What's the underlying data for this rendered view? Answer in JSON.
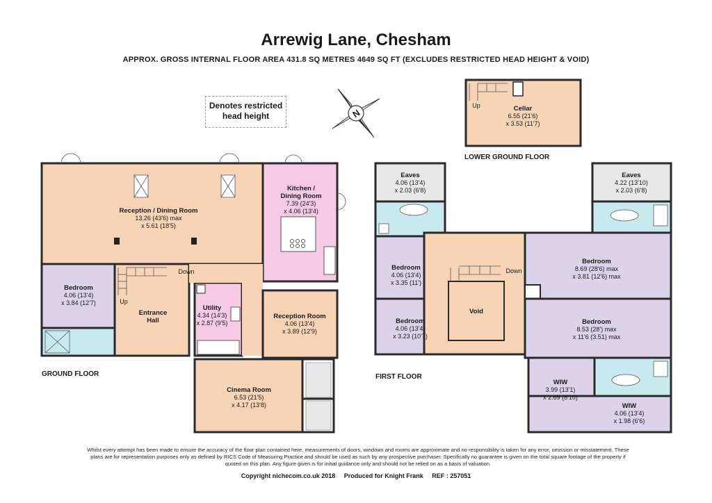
{
  "header": {
    "title": "Arrewig Lane, Chesham",
    "subtitle": "APPROX. GROSS INTERNAL FLOOR AREA 431.8 SQ METRES 4649 SQ FT (EXCLUDES RESTRICTED HEAD HEIGHT & VOID)"
  },
  "legend": {
    "line1": "Denotes restricted",
    "line2": "head height"
  },
  "compass": {
    "letter": "N"
  },
  "floors": {
    "ground": "GROUND FLOOR",
    "first": "FIRST FLOOR",
    "lower": "LOWER GROUND FLOOR"
  },
  "rooms": {
    "reception_dining": {
      "name": "Reception / Dining Room",
      "dim1": "13.26 (43'6) max",
      "dim2": "x 5.61 (18'5)"
    },
    "kitchen": {
      "name1": "Kitchen /",
      "name2": "Dining Room",
      "dim1": "7.39 (24'3)",
      "dim2": "x 4.06 (13'4)"
    },
    "gf_bedroom": {
      "name": "Bedroom",
      "dim1": "4.06 (13'4)",
      "dim2": "x 3.84 (12'7)"
    },
    "entrance_hall": {
      "name1": "Entrance",
      "name2": "Hall"
    },
    "utility": {
      "name": "Utility",
      "dim1": "4.34 (14'3)",
      "dim2": "x 2.87 (9'5)"
    },
    "reception_room": {
      "name": "Reception Room",
      "dim1": "4.06 (13'4)",
      "dim2": "x 3.89 (12'9)"
    },
    "cinema": {
      "name": "Cinema Room",
      "dim1": "6.53 (21'5)",
      "dim2": "x 4.17 (13'8)"
    },
    "cellar": {
      "name": "Cellar",
      "dim1": "6.55 (21'6)",
      "dim2": "x 3.53 (11'7)"
    },
    "eaves_left": {
      "name": "Eaves",
      "dim1": "4.06 (13'4)",
      "dim2": "x 2.03 (6'8)"
    },
    "eaves_right": {
      "name": "Eaves",
      "dim1": "4.22 (13'10)",
      "dim2": "x 2.03 (6'8)"
    },
    "ff_bedroom1": {
      "name": "Bedroom",
      "dim1": "4.06 (13'4)",
      "dim2": "x 3.35 (11')"
    },
    "ff_bedroom2": {
      "name": "Bedroom",
      "dim1": "4.06 (13'4)",
      "dim2": "x 3.23 (10'7)"
    },
    "void": {
      "name": "Void"
    },
    "master_bedroom": {
      "name": "Bedroom",
      "dim1": "8.69 (28'6) max",
      "dim2": "x 3.81 (12'6) max"
    },
    "bedroom_right": {
      "name": "Bedroom",
      "dim1": "8.53 (28') max",
      "dim2": "x 11'6 (3.51) max"
    },
    "wiw1": {
      "name": "WIW",
      "dim1": "3.99 (13'1)",
      "dim2": "x 2.69 (8'10)"
    },
    "wiw2": {
      "name": "WIW",
      "dim1": "4.06 (13'4)",
      "dim2": "x 1.98 (6'6)"
    }
  },
  "stairs": {
    "up": "Up",
    "down": "Down"
  },
  "footer": {
    "disclaimer": "Whilst every attempt has been made to ensure the accuracy of the floor plan contained here, measurements of doors, windows and rooms are approximate and no responsibility is taken for any error, omission or misstatement. These plans are for representation purposes only as defined by RICS Code of Measuring Practice and should be used as such by any prospective purchaser. Specifically no guarantee is given on the total square footage of the property if quoted on this plan. Any figure given is for initial guidance only and should not be relied on as a basis of valuation.",
    "copyright": "Copyright nichecom.co.uk 2018     Produced for Knight Frank     REF : 257051"
  },
  "colors": {
    "reception": "#f8d4b6",
    "kitchen": "#f6c9e4",
    "bedroom": "#dcd2ea",
    "bath": "#c8e9ee",
    "eaves": "#e8e8e8",
    "wall": "#2a2a2a"
  }
}
